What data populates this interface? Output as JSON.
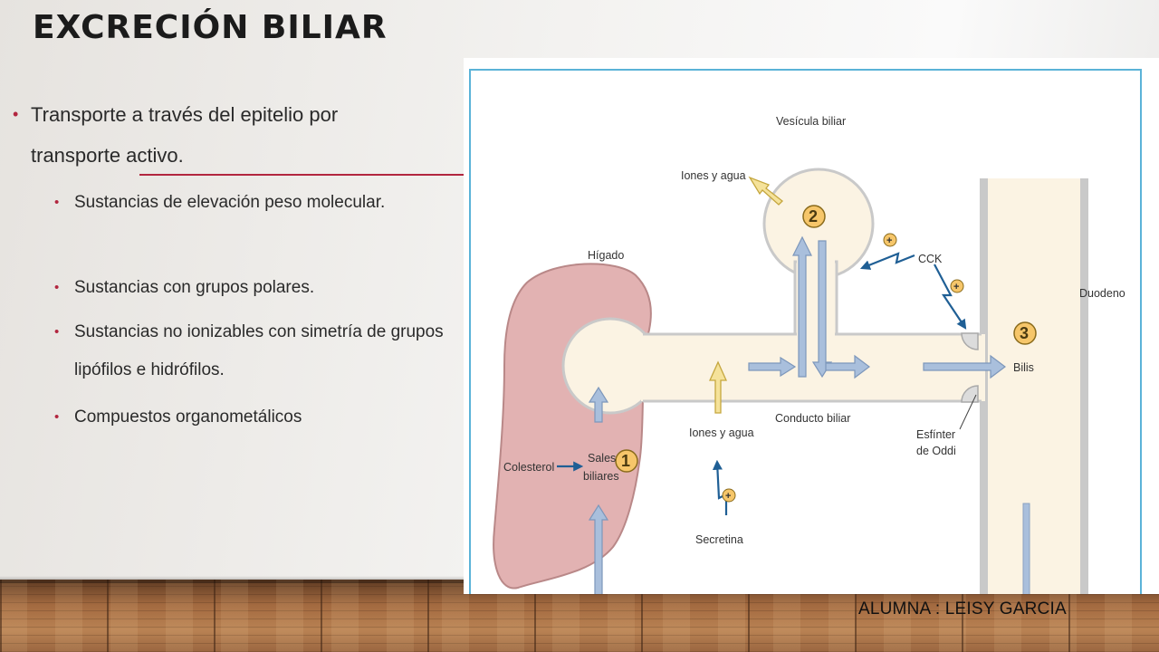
{
  "slide": {
    "title": "EXCRECIÓN BILIAR",
    "bullets": [
      "Transporte a través del epitelio por transporte activo."
    ],
    "subbullets": [
      "Sustancias de elevación peso molecular.",
      "Sustancias con grupos polares.",
      "Sustancias no ionizables con simetría de grupos lipófilos e hidrófilos.",
      "Compuestos organometálicos"
    ],
    "author": "ALUMNA : LEISY GARCIA"
  },
  "diagram": {
    "labels": {
      "vesicula": "Vesícula biliar",
      "iones_top": "Iones y agua",
      "higado": "Hígado",
      "cck": "CCK",
      "duodeno": "Duodeno",
      "bilis": "Bilis",
      "conducto": "Conducto biliar",
      "iones_bottom": "Iones y agua",
      "esfinter_1": "Esfínter",
      "esfinter_2": "de Oddi",
      "colesterol": "Colesterol",
      "sales_1": "Sales",
      "sales_2": "biliares",
      "secretina": "Secretina"
    },
    "markers": [
      "1",
      "2",
      "3"
    ],
    "plus_sign": "+",
    "colors": {
      "liver": "#e2b2b2",
      "bile": "#fbf3e3",
      "arrow_blue": "#a9bfdc",
      "arrow_yellow": "#f5e29a",
      "signal": "#1f5f95",
      "badge": "#f6c66a"
    }
  }
}
